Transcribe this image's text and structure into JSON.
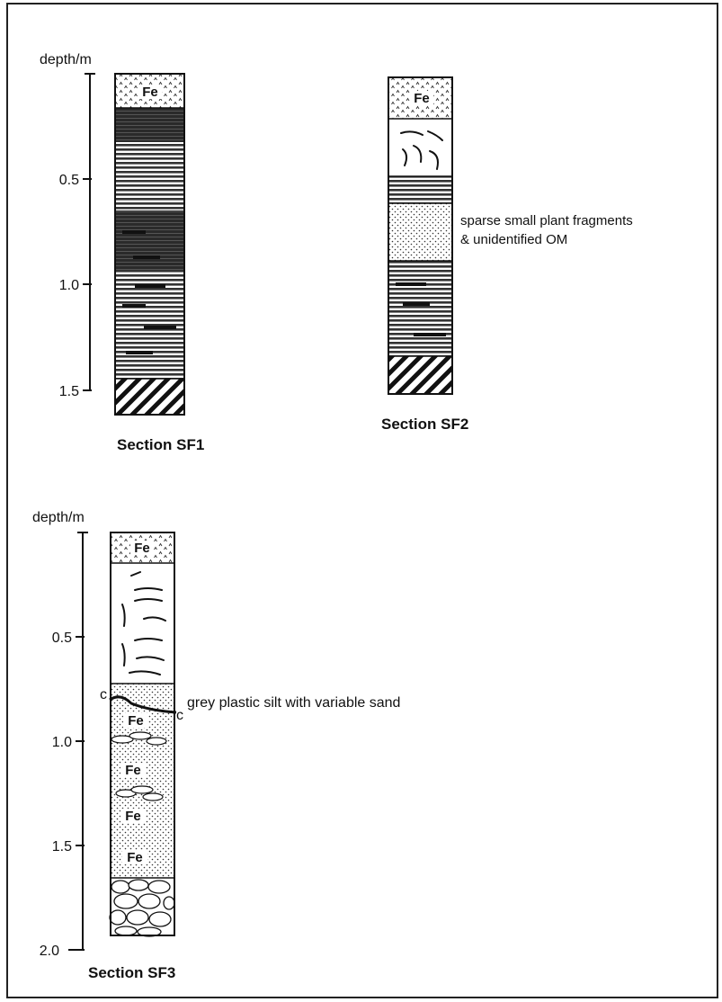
{
  "axis_label": "depth/m",
  "fe_label": "Fe",
  "contact_mark": "c",
  "sections": [
    {
      "id": "sf1",
      "title": "Section SF1",
      "ticks": [
        "0.5",
        "1.0",
        "1.5"
      ],
      "annotations": []
    },
    {
      "id": "sf2",
      "title": "Section SF2",
      "ticks": [],
      "annotations": [
        "sparse small plant fragments",
        "& unidentified OM"
      ]
    },
    {
      "id": "sf3",
      "title": "Section SF3",
      "ticks": [
        "0.5",
        "1.0",
        "1.5",
        "2.0"
      ],
      "annotations": [
        "grey plastic silt with variable sand"
      ]
    }
  ]
}
